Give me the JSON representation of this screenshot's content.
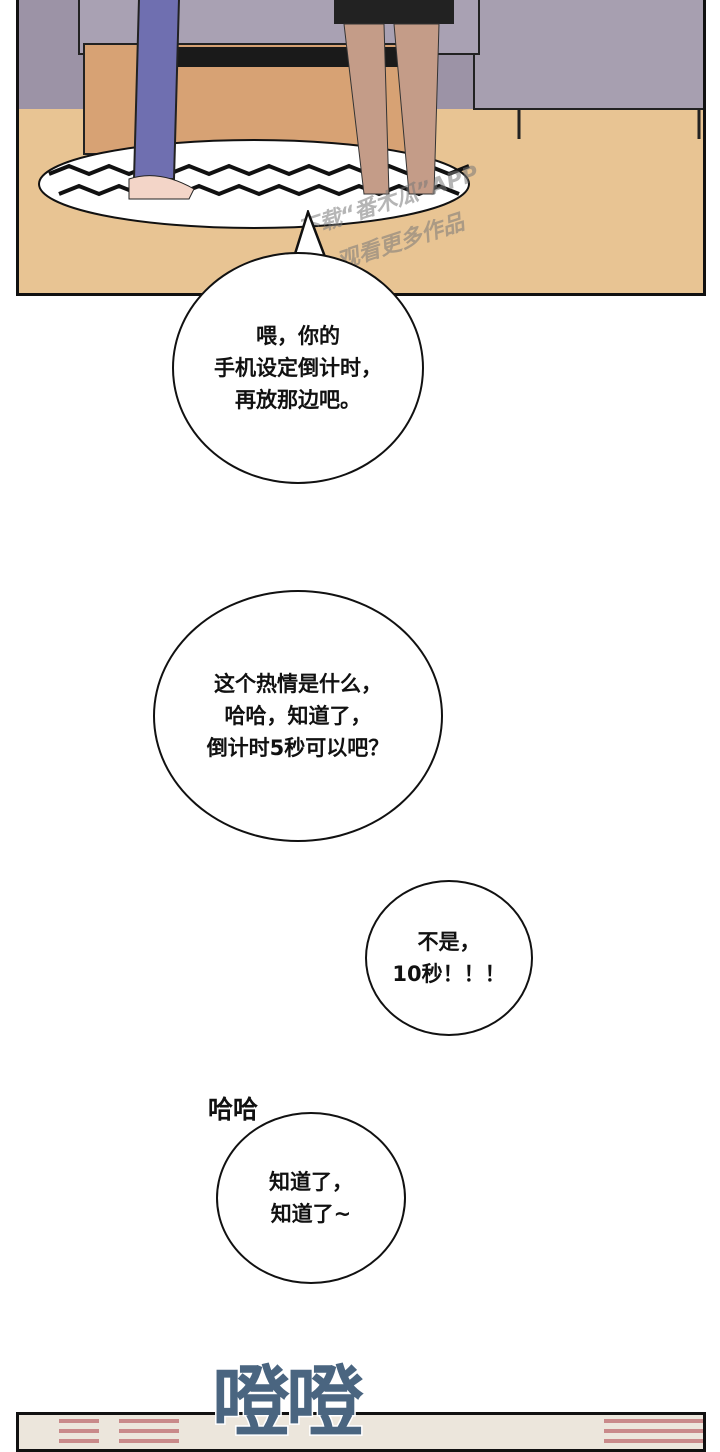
{
  "watermark": {
    "line1": "下载“番木瓜”APP",
    "line2": "观看更多作品"
  },
  "bubbles": [
    {
      "text": "喂，你的\n手机设定倒计时，\n再放那边吧。"
    },
    {
      "text": "这个热情是什么，\n哈哈，知道了，\n倒计时5秒可以吧？"
    },
    {
      "text": "不是，\n10秒！！！"
    },
    {
      "text": "知道了，\n知道了~"
    }
  ],
  "sfx": {
    "laugh": "哈哈",
    "footsteps": "噔噔"
  },
  "colors": {
    "sfx_blue": "#4a6580",
    "floor": "#e8c493",
    "sofa": "#9c93a6"
  }
}
